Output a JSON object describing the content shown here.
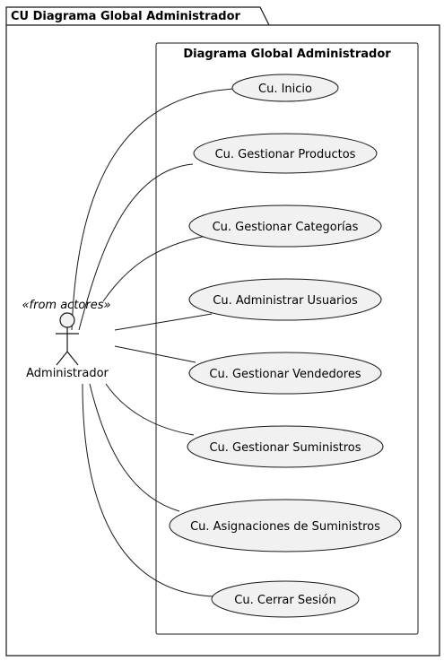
{
  "package": {
    "title": "CU Diagrama Global Administrador"
  },
  "system": {
    "title": "Diagrama Global Administrador"
  },
  "actor": {
    "stereotype": "«from actores»",
    "name": "Administrador"
  },
  "use_cases": [
    {
      "label": "Cu. Inicio"
    },
    {
      "label": "Cu. Gestionar Productos"
    },
    {
      "label": "Cu. Gestionar Categorías"
    },
    {
      "label": "Cu. Administrar Usuarios"
    },
    {
      "label": "Cu. Gestionar Vendedores"
    },
    {
      "label": "Cu. Gestionar Suministros"
    },
    {
      "label": "Cu. Asignaciones de Suministros"
    },
    {
      "label": "Cu. Cerrar Sesión"
    }
  ],
  "colors": {
    "line": "#181818",
    "usecase_fill": "#f1f1f1",
    "background": "#ffffff"
  }
}
